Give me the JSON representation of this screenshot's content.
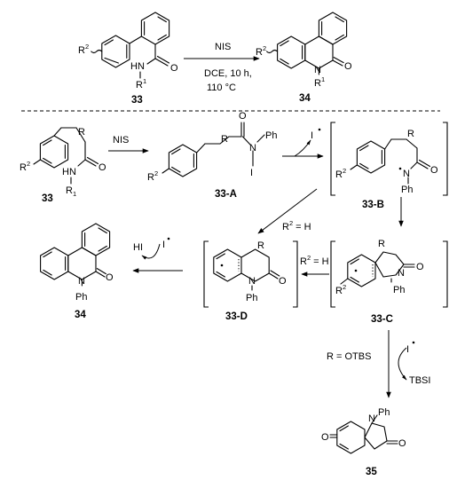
{
  "top_reaction": {
    "reagent": "NIS",
    "conditions": [
      "DCE, 10 h,",
      "110 °C"
    ],
    "start_label": "33",
    "product_label": "34",
    "atoms": {
      "r2": "R",
      "r2_sup": "2",
      "hn": "HN",
      "r1": "R",
      "r1_sup": "1",
      "n": "N",
      "o": "O"
    }
  },
  "mechanism": {
    "sm": {
      "label": "33",
      "r": "R",
      "r2": "R",
      "r2_sup": "2",
      "hn": "HN",
      "r1": "R",
      "r1_sub": "1",
      "o": "O"
    },
    "step1_reagent": "NIS",
    "intA": {
      "label": "33-A",
      "r": "R",
      "r2": "R",
      "r2_sup": "2",
      "n": "N",
      "ph": "Ph",
      "i": "I",
      "o": "O"
    },
    "rad_i": "I",
    "intB": {
      "label": "33-B",
      "r": "R",
      "r2": "R",
      "r2_sup": "2",
      "n": "N",
      "ph": "Ph",
      "o": "O"
    },
    "cond_h1": {
      "r": "R",
      "sup": "2",
      "rest": " = H"
    },
    "intC": {
      "label": "33-C",
      "r": "R",
      "r2": "R",
      "r2_sup": "2",
      "n": "N",
      "ph": "Ph",
      "o": "O"
    },
    "cond_h2": {
      "r": "R",
      "sup": "2",
      "rest": " = H"
    },
    "intD": {
      "label": "33-D",
      "r": "R",
      "n": "N",
      "ph": "Ph",
      "o": "O"
    },
    "step_hi": {
      "out": "HI",
      "in": "I"
    },
    "prod34": {
      "label": "34",
      "n": "N",
      "ph": "Ph",
      "o": "O"
    },
    "otbs": {
      "cond": "R = OTBS",
      "in": "I",
      "out": "TBSI"
    },
    "prod35": {
      "label": "35",
      "n": "N",
      "ph": "Ph",
      "o1": "O",
      "o2": "O"
    }
  }
}
